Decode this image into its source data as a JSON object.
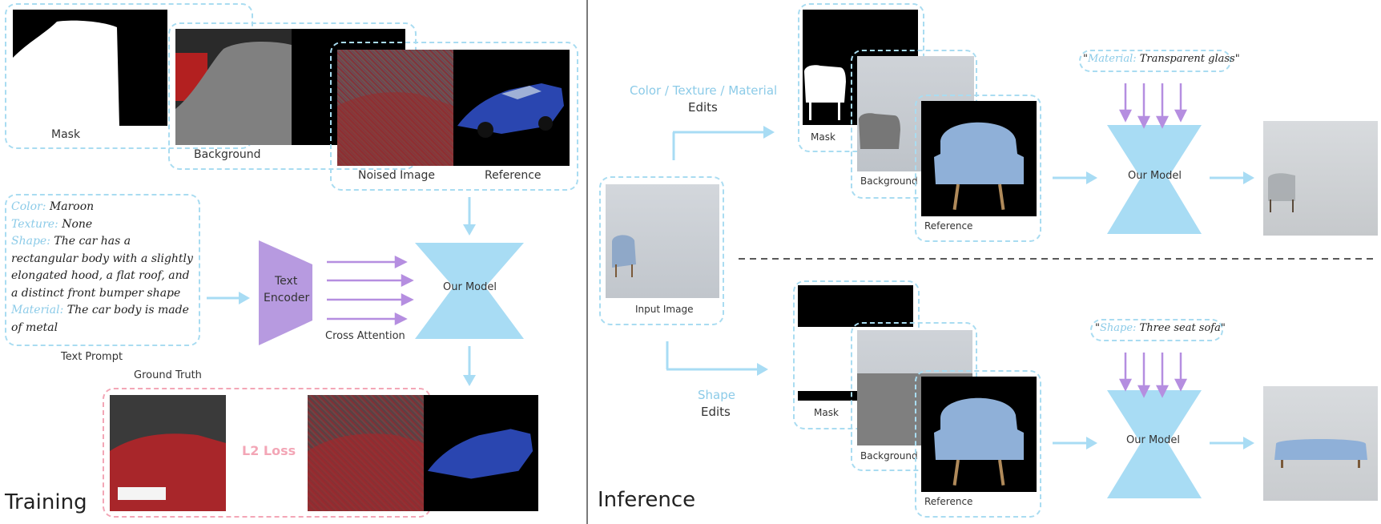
{
  "training": {
    "section_label": "Training",
    "labels": {
      "mask": "Mask",
      "background": "Background",
      "noised_image": "Noised Image",
      "reference": "Reference",
      "text_encoder_line1": "Text",
      "text_encoder_line2": "Encoder",
      "cross_attention": "Cross Attention",
      "our_model": "Our Model",
      "text_prompt": "Text Prompt",
      "ground_truth": "Ground Truth",
      "l2_loss": "L2 Loss"
    },
    "prompt": {
      "color_key": "Color:",
      "color_val": " Maroon",
      "texture_key": "Texture:",
      "texture_val": " None",
      "shape_key": "Shape:",
      "shape_val_1": " The car has a",
      "shape_val_2": "rectangular body with a slightly",
      "shape_val_3": "elongated hood, a flat roof, and",
      "shape_val_4": "a distinct front bumper shape",
      "material_key": "Material:",
      "material_val_1": " The car body is made",
      "material_val_2": "of metal"
    }
  },
  "inference": {
    "section_label": "Inference",
    "input_image": "Input Image",
    "branch_top": {
      "edit_line1": "Color / Texture / Material",
      "edit_line2": "Edits",
      "mask": "Mask",
      "background": "Background",
      "reference": "Reference",
      "our_model": "Our Model",
      "quote_key": "Material:",
      "quote_val": " Transparent glass"
    },
    "branch_bottom": {
      "edit_line1": "Shape",
      "edit_line2": "Edits",
      "mask": "Mask",
      "background": "Background",
      "reference": "Reference",
      "our_model": "Our Model",
      "quote_key": "Shape:",
      "quote_val": " Three seat sofa"
    }
  },
  "colors": {
    "accent_blue": "#a8dcf4",
    "arrow_blue": "#9fd6f2",
    "encoder_purple": "#b79ae0",
    "arrow_purple": "#b58ee0",
    "loss_pink": "#f3a6b6",
    "key_blue": "#8ccbe8"
  }
}
